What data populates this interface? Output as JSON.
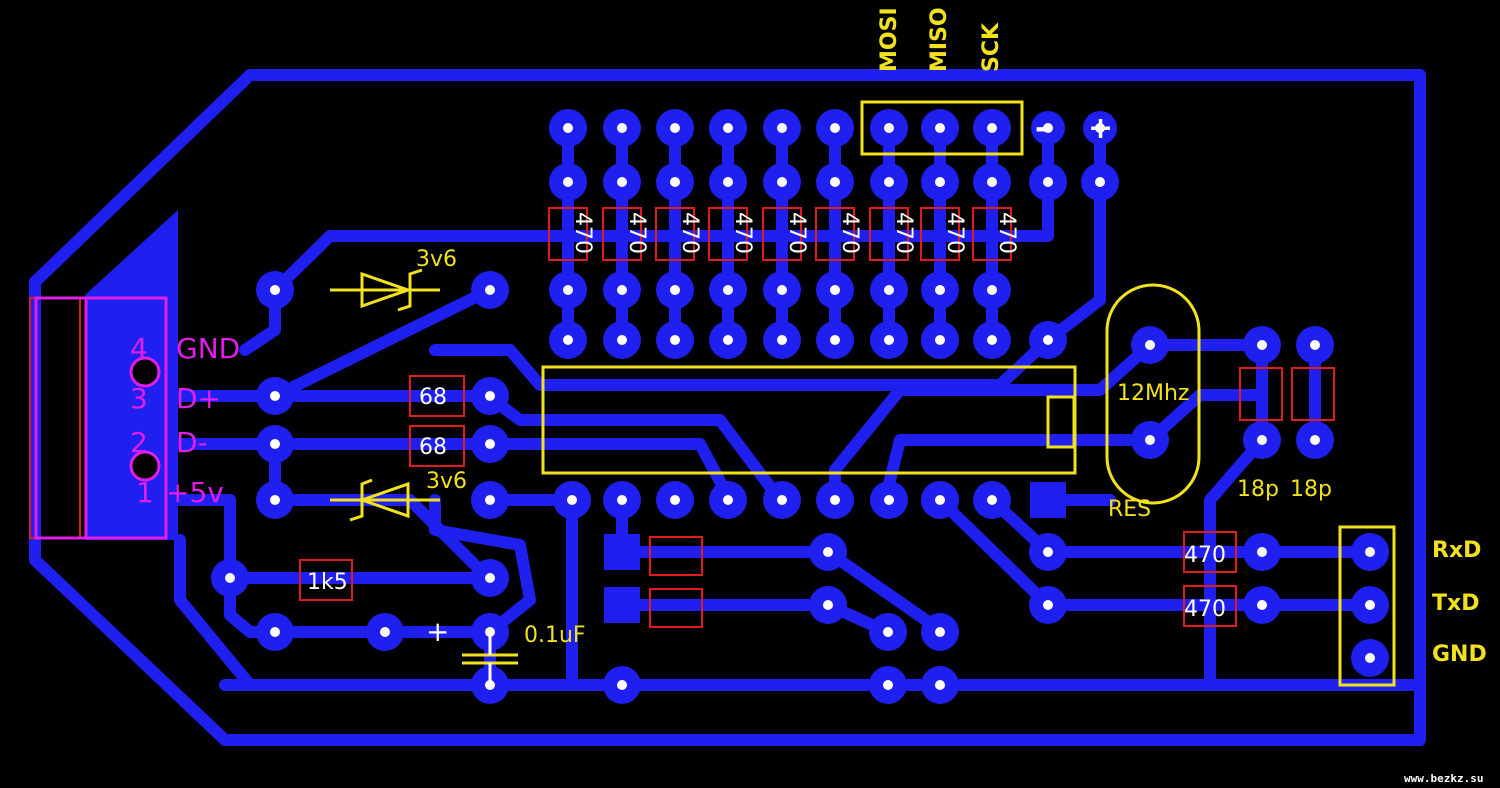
{
  "colors": {
    "background": "#000000",
    "copper": "#1f1ff0",
    "silkscreen": "#f2e11d",
    "pad_outline": "#e01b1b",
    "connector": "#e11de8",
    "highlight": "#ffffff"
  },
  "header": {
    "mosi": "MOSI",
    "miso": "MISO",
    "sck": "SCK",
    "minus": "-",
    "plus": "+"
  },
  "resistor_array": {
    "label": "470",
    "count": 9
  },
  "labels": {
    "zener_top": "3v6",
    "zener_bottom": "3v6",
    "r_d_plus": "68",
    "r_d_minus": "68",
    "r_pull": "1k5",
    "capacitor": "0.1uF",
    "capacitor_plus": "+",
    "crystal": "12Mhz",
    "cap1": "18p",
    "cap2": "18p",
    "reset": "RES",
    "r_rx": "470",
    "r_tx": "470"
  },
  "usb": {
    "pin4": "4",
    "pin3": "3",
    "pin2": "2",
    "pin1": "1",
    "gnd": "GND",
    "dplus": "D+",
    "dminus": "D-",
    "vcc": "+5v"
  },
  "uart": {
    "rxd": "RxD",
    "txd": "TxD",
    "gnd": "GND"
  },
  "watermark": "www.bezkz.su"
}
